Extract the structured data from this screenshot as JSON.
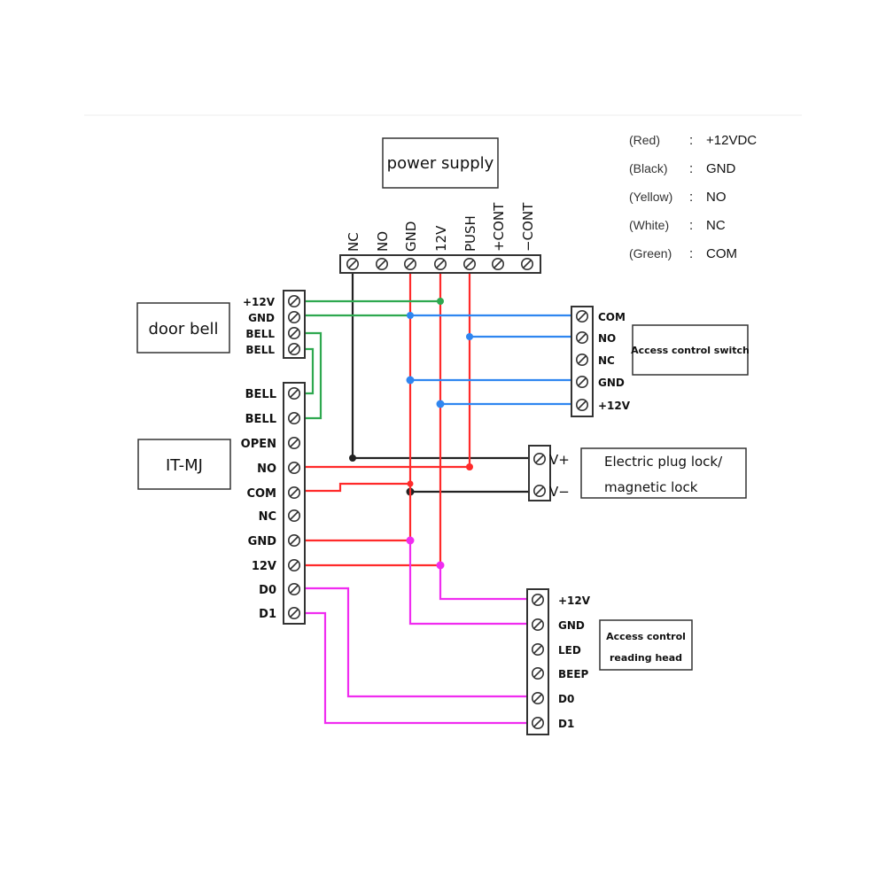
{
  "colors": {
    "red": "#ff2a2a",
    "black": "#222222",
    "green": "#2ea84f",
    "blue": "#2f86f0",
    "magenta": "#f02cf0",
    "outline": "#333333"
  },
  "legend": [
    {
      "color": "(Red)",
      "sep": ":",
      "value": "+12VDC"
    },
    {
      "color": "(Black)",
      "sep": ":",
      "value": "GND"
    },
    {
      "color": "(Yellow)",
      "sep": ":",
      "value": "NO"
    },
    {
      "color": "(White)",
      "sep": ":",
      "value": "NC"
    },
    {
      "color": "(Green)",
      "sep": ":",
      "value": "COM"
    }
  ],
  "power_supply": {
    "title": "power supply",
    "terminals": [
      "NC",
      "NO",
      "GND",
      "12V",
      "PUSH",
      "+CONT",
      "−CONT"
    ]
  },
  "door_bell": {
    "title": "door bell",
    "terminals": [
      "+12V",
      "GND",
      "BELL",
      "BELL"
    ]
  },
  "it_mj": {
    "title": "IT-MJ",
    "terminals": [
      "BELL",
      "BELL",
      "OPEN",
      "NO",
      "COM",
      "NC",
      "GND",
      "12V",
      "D0",
      "D1"
    ]
  },
  "access_switch": {
    "title": "Access control switch",
    "terminals": [
      "COM",
      "NO",
      "NC",
      "GND",
      "+12V"
    ]
  },
  "lock": {
    "title_line1": "Electric plug lock/",
    "title_line2": "magnetic lock",
    "terminals": [
      "V+",
      "V−"
    ]
  },
  "reader": {
    "title_line1": "Access control",
    "title_line2": "reading head",
    "terminals": [
      "+12V",
      "GND",
      "LED",
      "BEEP",
      "D0",
      "D1"
    ]
  },
  "connections": [
    {
      "from": "door_bell.+12V",
      "to": "power_supply.12V",
      "color": "green"
    },
    {
      "from": "door_bell.GND",
      "to": "access_switch.COM",
      "color": "green/blue"
    },
    {
      "from": "door_bell.BELL",
      "to": "it_mj.BELL",
      "color": "green"
    },
    {
      "from": "power_supply.GND",
      "to": "access_switch.GND",
      "color": "blue"
    },
    {
      "from": "power_supply.PUSH",
      "to": "access_switch.NO",
      "color": "blue"
    },
    {
      "from": "power_supply.12V",
      "to": "access_switch.+12V",
      "color": "blue"
    },
    {
      "from": "power_supply.NC",
      "to": "lock.V+",
      "color": "black"
    },
    {
      "from": "power_supply.GND",
      "to": "lock.V−",
      "color": "black"
    },
    {
      "from": "it_mj.NO",
      "to": "power_supply.PUSH",
      "color": "red"
    },
    {
      "from": "it_mj.COM",
      "to": "power_supply.GND",
      "color": "red"
    },
    {
      "from": "it_mj.GND",
      "to": "power_supply.GND",
      "color": "red"
    },
    {
      "from": "it_mj.12V",
      "to": "power_supply.12V",
      "color": "red"
    },
    {
      "from": "power_supply.12V",
      "to": "reader.+12V",
      "color": "magenta"
    },
    {
      "from": "power_supply.GND",
      "to": "reader.GND",
      "color": "magenta"
    },
    {
      "from": "it_mj.D0",
      "to": "reader.D0",
      "color": "magenta"
    },
    {
      "from": "it_mj.D1",
      "to": "reader.D1",
      "color": "magenta"
    }
  ]
}
